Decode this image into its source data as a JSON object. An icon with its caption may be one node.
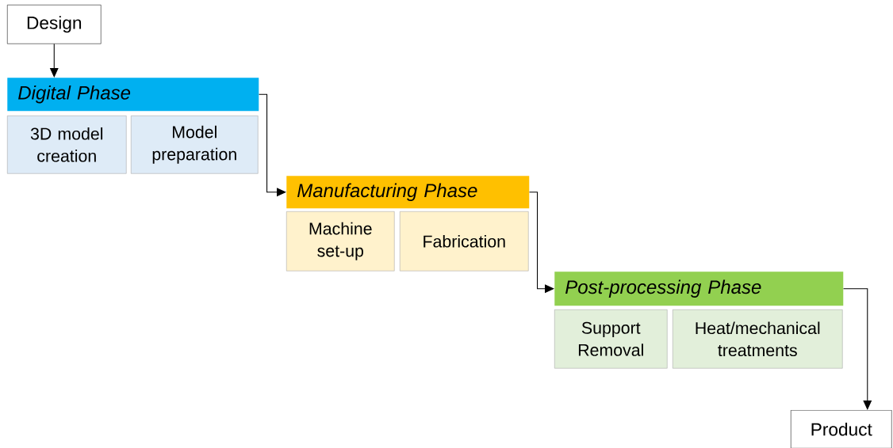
{
  "diagram": {
    "nodes": [
      {
        "text": [
          "Design"
        ]
      },
      {
        "text": [
          "Digital Phase"
        ]
      },
      {
        "text": [
          "3D model creation"
        ]
      },
      {
        "text": [
          "Model preparation"
        ]
      },
      {
        "text": [
          "Manufacturing Phase"
        ]
      },
      {
        "text": [
          "Machine set-up"
        ]
      },
      {
        "text": [
          "Fabrication"
        ]
      },
      {
        "text": [
          "Post-processing Phase"
        ]
      },
      {
        "text": [
          "Support Removal"
        ]
      },
      {
        "text": [
          "Heat/mechanical treatments"
        ]
      },
      {
        "text": [
          "Product"
        ]
      }
    ],
    "edges": [
      {
        "from": 0,
        "to": 1,
        "arrow": "to"
      },
      {
        "from": 1,
        "to": 4,
        "arrow": "to"
      },
      {
        "from": 4,
        "to": 7,
        "arrow": "to"
      },
      {
        "from": 7,
        "to": 10,
        "arrow": "to"
      }
    ]
  }
}
